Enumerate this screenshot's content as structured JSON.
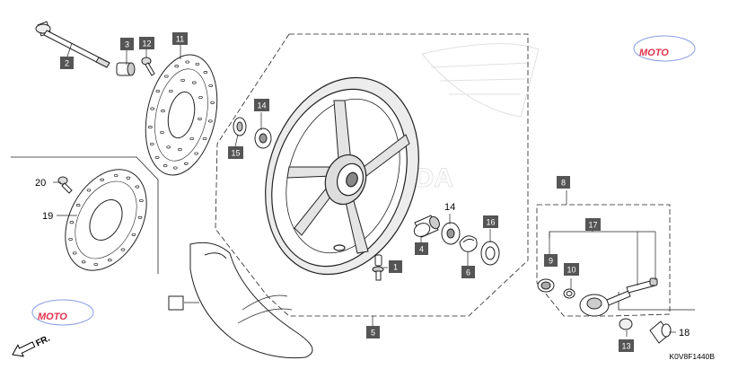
{
  "diagram": {
    "code": "K0V8F1440B",
    "direction_label": "FR.",
    "watermark": "MOTO",
    "tagged_parts": [
      {
        "id": "p1",
        "label": "1"
      },
      {
        "id": "p2",
        "label": "2"
      },
      {
        "id": "p3",
        "label": "3"
      },
      {
        "id": "p4",
        "label": "4"
      },
      {
        "id": "p5",
        "label": "5"
      },
      {
        "id": "p6",
        "label": "6"
      },
      {
        "id": "p8",
        "label": "8"
      },
      {
        "id": "p9",
        "label": "9"
      },
      {
        "id": "p10",
        "label": "10"
      },
      {
        "id": "p11",
        "label": "11"
      },
      {
        "id": "p12",
        "label": "12"
      },
      {
        "id": "p13",
        "label": "13"
      },
      {
        "id": "p14a",
        "label": "14"
      },
      {
        "id": "p15",
        "label": "15"
      },
      {
        "id": "p16",
        "label": "16"
      },
      {
        "id": "p17",
        "label": "17"
      }
    ],
    "plain_parts": [
      {
        "id": "p14b",
        "label": "14"
      },
      {
        "id": "p18",
        "label": "18"
      },
      {
        "id": "p19",
        "label": "19"
      },
      {
        "id": "p20",
        "label": "20"
      }
    ],
    "colors": {
      "tag_fill": "#555555",
      "line": "#222222",
      "watermark_red": "#e0334c",
      "watermark_blue": "#3a5fcd"
    }
  }
}
